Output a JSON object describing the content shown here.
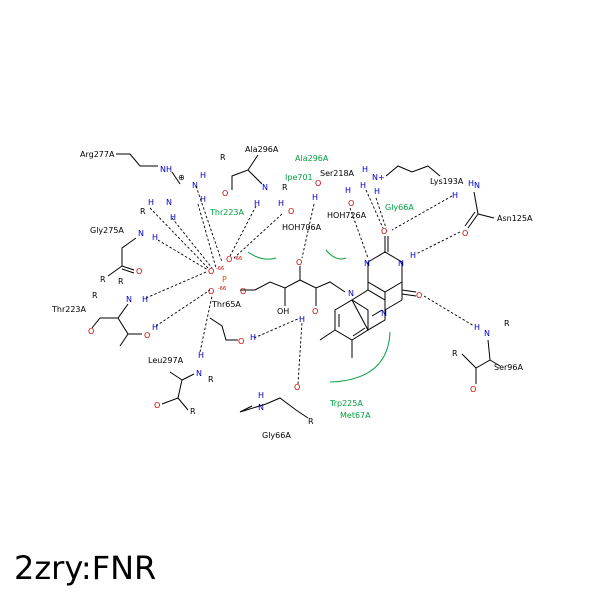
{
  "title": "2zry:FNR",
  "residues": {
    "arg277a": "Arg277A",
    "ala296a": "Ala296A",
    "gly275a": "Gly275A",
    "thr223a_left": "Thr223A",
    "thr65a": "Thr65A",
    "leu297a": "Leu297A",
    "gly66a_bottom": "Gly66A",
    "ser218a": "Ser218A",
    "lys193a": "Lys193A",
    "asn125a": "Asn125A",
    "ser96a": "Ser96A",
    "hoh706a": "HOH706A",
    "hoh726a": "HOH726A"
  },
  "hydrophobic": {
    "ala296a": "Ala296A",
    "ipe701": "Ipe701",
    "thr223a": "Thr223A",
    "gly66a": "Gly66A",
    "trp225a": "Trp225A",
    "met67a": "Met67A"
  },
  "atoms": {
    "N": "N",
    "H": "H",
    "O": "O",
    "P": "P",
    "R": "R",
    "OH": "OH",
    "NH": "NH",
    "H_N": "H—N",
    "N_plus": "N+",
    "O_charge": "-66"
  },
  "colors": {
    "nitrogen": "#0000cc",
    "oxygen": "#cc0000",
    "phosphorus": "#b06000",
    "hydrophobic": "#00a040",
    "bond": "#000000"
  }
}
